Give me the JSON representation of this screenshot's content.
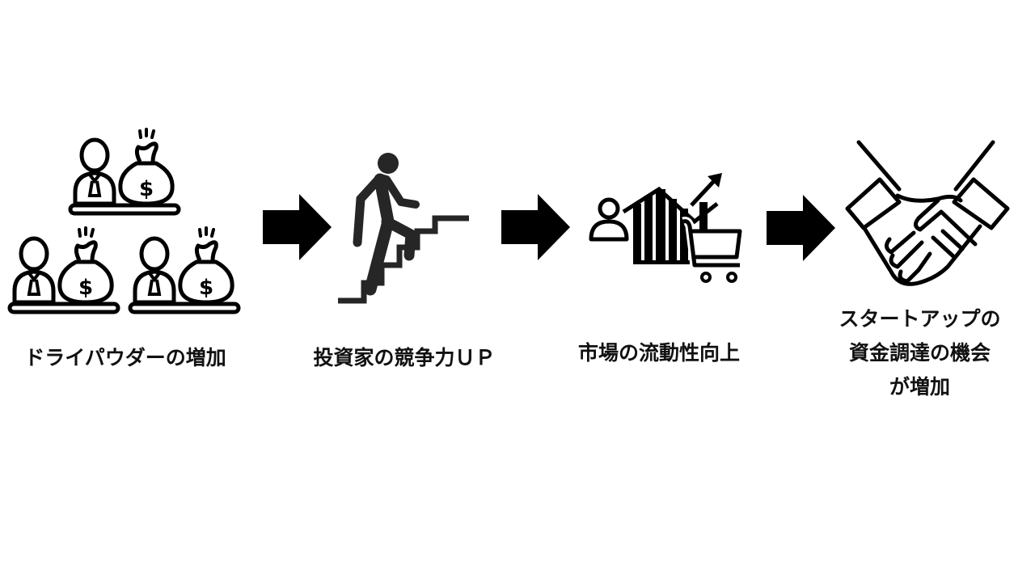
{
  "steps": [
    {
      "label": "ドライパウダーの増加",
      "icon": "investors-money-bags-icon"
    },
    {
      "label": "投資家の競争力ＵＰ",
      "icon": "person-climbing-stairs-icon"
    },
    {
      "label": "市場の流動性向上",
      "icon": "market-chart-cart-icon"
    },
    {
      "label_lines": [
        "スタートアップの",
        "資金調達の機会",
        "が増加"
      ],
      "icon": "handshake-icon"
    }
  ],
  "arrow_icon": "right-arrow-icon",
  "colors": {
    "foreground": "#000000",
    "background": "#ffffff",
    "stairs": "#262626"
  }
}
